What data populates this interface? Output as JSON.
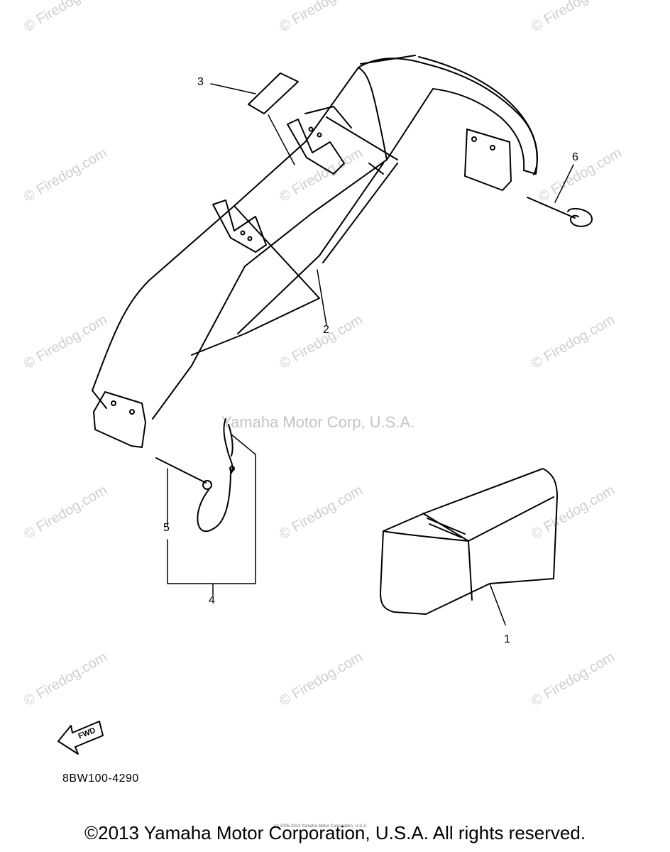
{
  "watermark": {
    "text": "© Firedog.com"
  },
  "center_watermark": "Yamaha Motor Corp, U.S.A.",
  "callouts": {
    "c1": "1",
    "c2": "2",
    "c3": "3",
    "c4": "4",
    "c5": "5",
    "c6": "6"
  },
  "fwd_label": "FWD",
  "part_code": "8BW100-4290",
  "small_copyright": "(c) 2005-2013 Yamaha Motor Corporation, U.S.A.",
  "footer": "©2013 Yamaha Motor Corporation, U.S.A. All rights reserved."
}
